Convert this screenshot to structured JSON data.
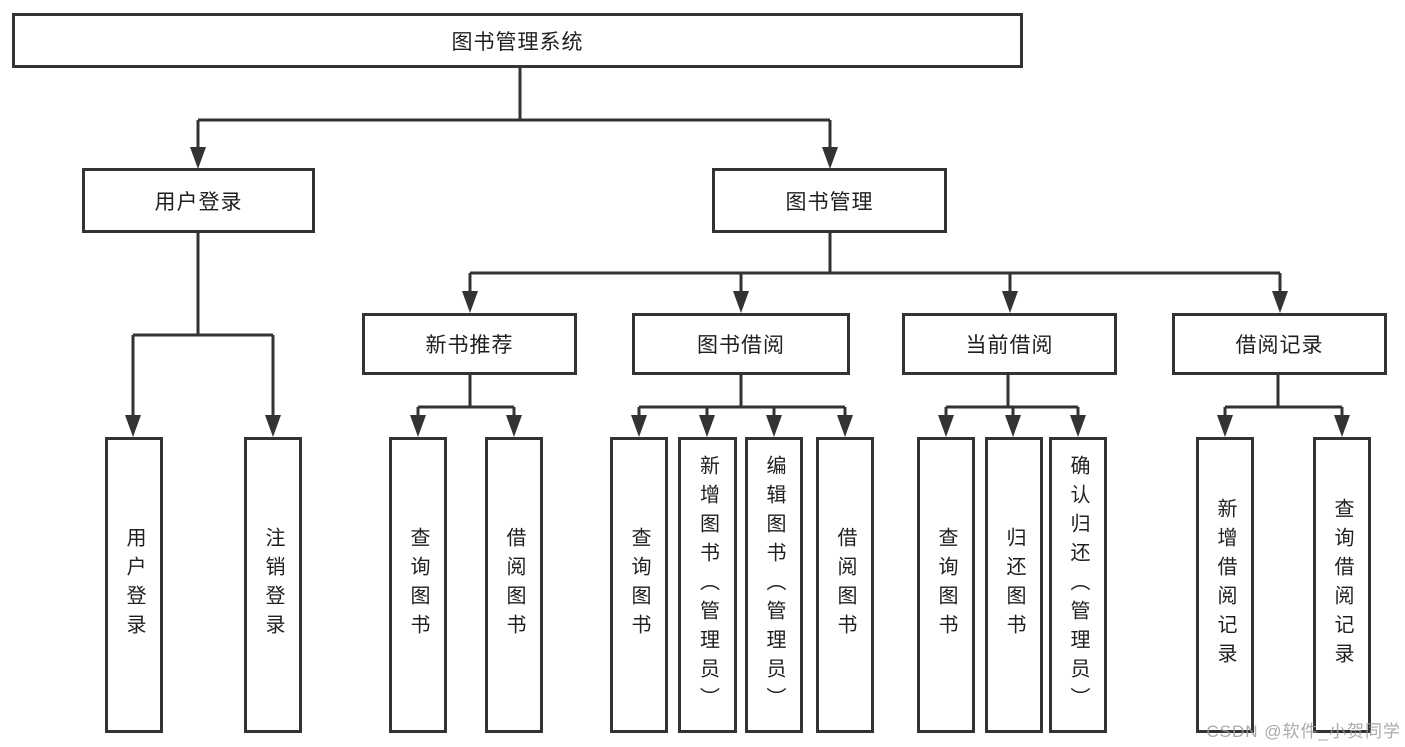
{
  "diagram": {
    "tree": {
      "root": {
        "label": "图书管理系统",
        "children": [
          {
            "label": "用户登录",
            "children": [
              {
                "label": "用户登录"
              },
              {
                "label": "注销登录"
              }
            ]
          },
          {
            "label": "图书管理",
            "children": [
              {
                "label": "新书推荐",
                "children": [
                  {
                    "label": "查询图书"
                  },
                  {
                    "label": "借阅图书"
                  }
                ]
              },
              {
                "label": "图书借阅",
                "children": [
                  {
                    "label": "查询图书"
                  },
                  {
                    "label": "新增图书（管理员）"
                  },
                  {
                    "label": "编辑图书（管理员）"
                  },
                  {
                    "label": "借阅图书"
                  }
                ]
              },
              {
                "label": "当前借阅",
                "children": [
                  {
                    "label": "查询图书"
                  },
                  {
                    "label": "归还图书"
                  },
                  {
                    "label": "确认归还（管理员）"
                  }
                ]
              },
              {
                "label": "借阅记录",
                "children": [
                  {
                    "label": "新增借阅记录"
                  },
                  {
                    "label": "查询借阅记录"
                  }
                ]
              }
            ]
          }
        ]
      }
    }
  },
  "watermark": {
    "text": "CSDN @软件_小贺同学",
    "color": "#9c9c9c"
  },
  "colors": {
    "line": "#333333",
    "box_border": "#333333",
    "box_fill": "#ffffff",
    "text": "#1f1f1f",
    "background": "#ffffff"
  }
}
